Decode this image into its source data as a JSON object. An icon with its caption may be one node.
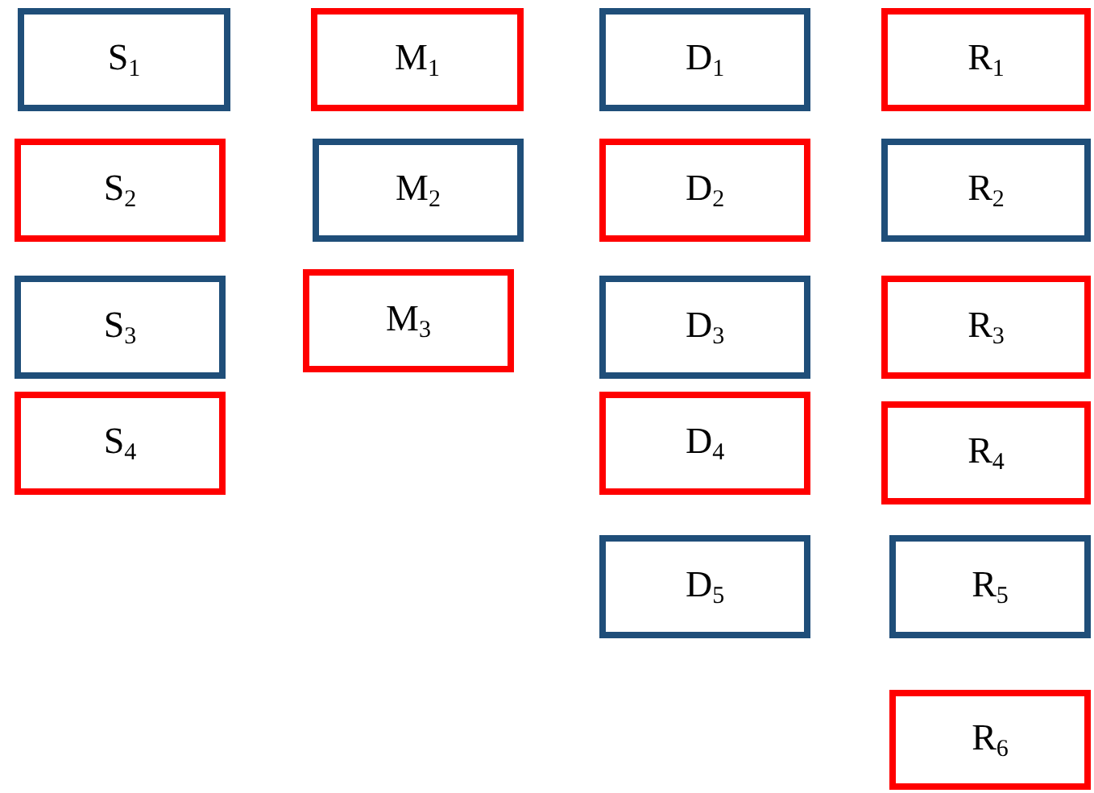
{
  "diagram": {
    "nodes": [
      {
        "text": [
          "S$_{1}$"
        ]
      },
      {
        "text": [
          "S$_{2}$"
        ]
      },
      {
        "text": [
          "S$_{3}$"
        ]
      },
      {
        "text": [
          "S$_{4}$"
        ]
      },
      {
        "text": [
          "M$_{1}$"
        ]
      },
      {
        "text": [
          "M$_{2}$"
        ]
      },
      {
        "text": [
          "M$_{3}$"
        ]
      },
      {
        "text": [
          "D$_{1}$"
        ]
      },
      {
        "text": [
          "D$_{2}$"
        ]
      },
      {
        "text": [
          "D$_{3}$"
        ]
      },
      {
        "text": [
          "D$_{4}$"
        ]
      },
      {
        "text": [
          "D$_{5}$"
        ]
      },
      {
        "text": [
          "R$_{1}$"
        ]
      },
      {
        "text": [
          "R$_{2}$"
        ]
      },
      {
        "text": [
          "R$_{3}$"
        ]
      },
      {
        "text": [
          "R$_{4}$"
        ]
      },
      {
        "text": [
          "R$_{5}$"
        ]
      },
      {
        "text": [
          "R$_{6}$"
        ]
      }
    ]
  }
}
